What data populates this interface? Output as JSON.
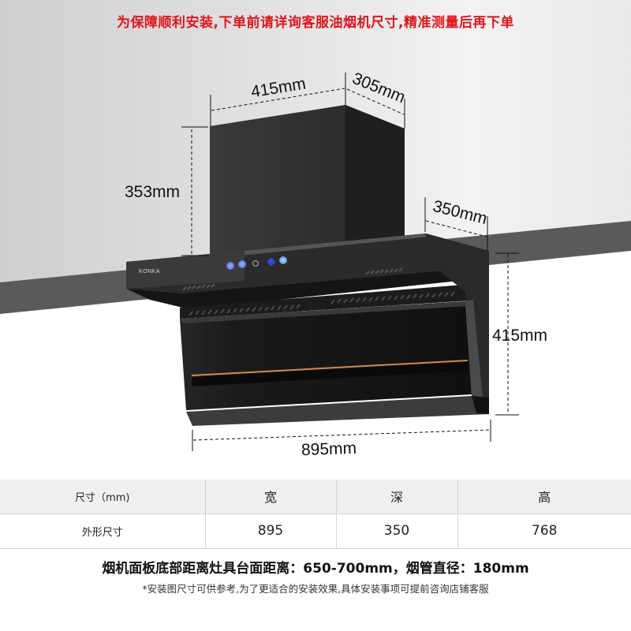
{
  "banner": {
    "text": "为保障顺利安装,下单前请详询客服油烟机尺寸,精准测量后再下单",
    "color": "#e0151c"
  },
  "product": {
    "brand": "KONKA",
    "type": "range-hood",
    "accent_strip_color": "#d08a4a"
  },
  "dimensions": {
    "chimney_width": "415mm",
    "chimney_depth": "305mm",
    "chimney_height": "353mm",
    "body_depth": "350mm",
    "body_height": "415mm",
    "body_width": "895mm"
  },
  "table": {
    "headers": [
      "尺寸（mm)",
      "宽",
      "深",
      "高"
    ],
    "rows": [
      [
        "外形尺寸",
        "895",
        "350",
        "768"
      ]
    ]
  },
  "notes": {
    "main": "烟机面板底部距离灶具台面距离：650-700mm，烟管直径：180mm",
    "sub": "*安装图尺寸可供参考,为了更适合的安装效果,具体安装事项可提前咨询店铺客服"
  }
}
